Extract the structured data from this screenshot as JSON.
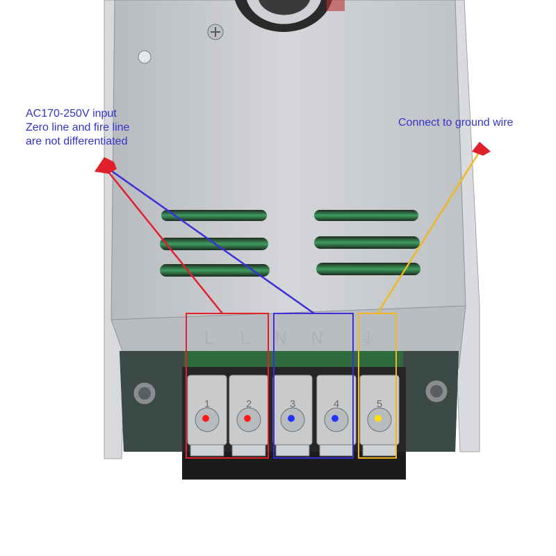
{
  "annotations": {
    "input": {
      "lines": [
        "AC170-250V input",
        "Zero line and fire line",
        "are not differentiated"
      ],
      "color": "#3333cc"
    },
    "ground": {
      "lines": [
        "Connect to ground wire"
      ],
      "color": "#3333cc"
    }
  },
  "terminal_block": {
    "pcb_markings": [
      "L",
      "L",
      "N",
      "N",
      "⏚"
    ],
    "terminals": [
      {
        "number": "1",
        "dot_color": "#ff1a1a"
      },
      {
        "number": "2",
        "dot_color": "#ff1a1a"
      },
      {
        "number": "3",
        "dot_color": "#2233ff"
      },
      {
        "number": "4",
        "dot_color": "#2233ff"
      },
      {
        "number": "5",
        "dot_color": "#ffe000"
      }
    ]
  },
  "highlight_colors": {
    "live": "#e0202a",
    "neutral": "#3a2fd9",
    "ground": "#f0b81c"
  },
  "device_colors": {
    "case": "#c8cacd",
    "case_shade": "#a9acb0",
    "vent_glow": "#3a8f55",
    "terminal_base": "#262626",
    "cover": "#e6e8ea",
    "pcb": "#2f6a3c"
  }
}
